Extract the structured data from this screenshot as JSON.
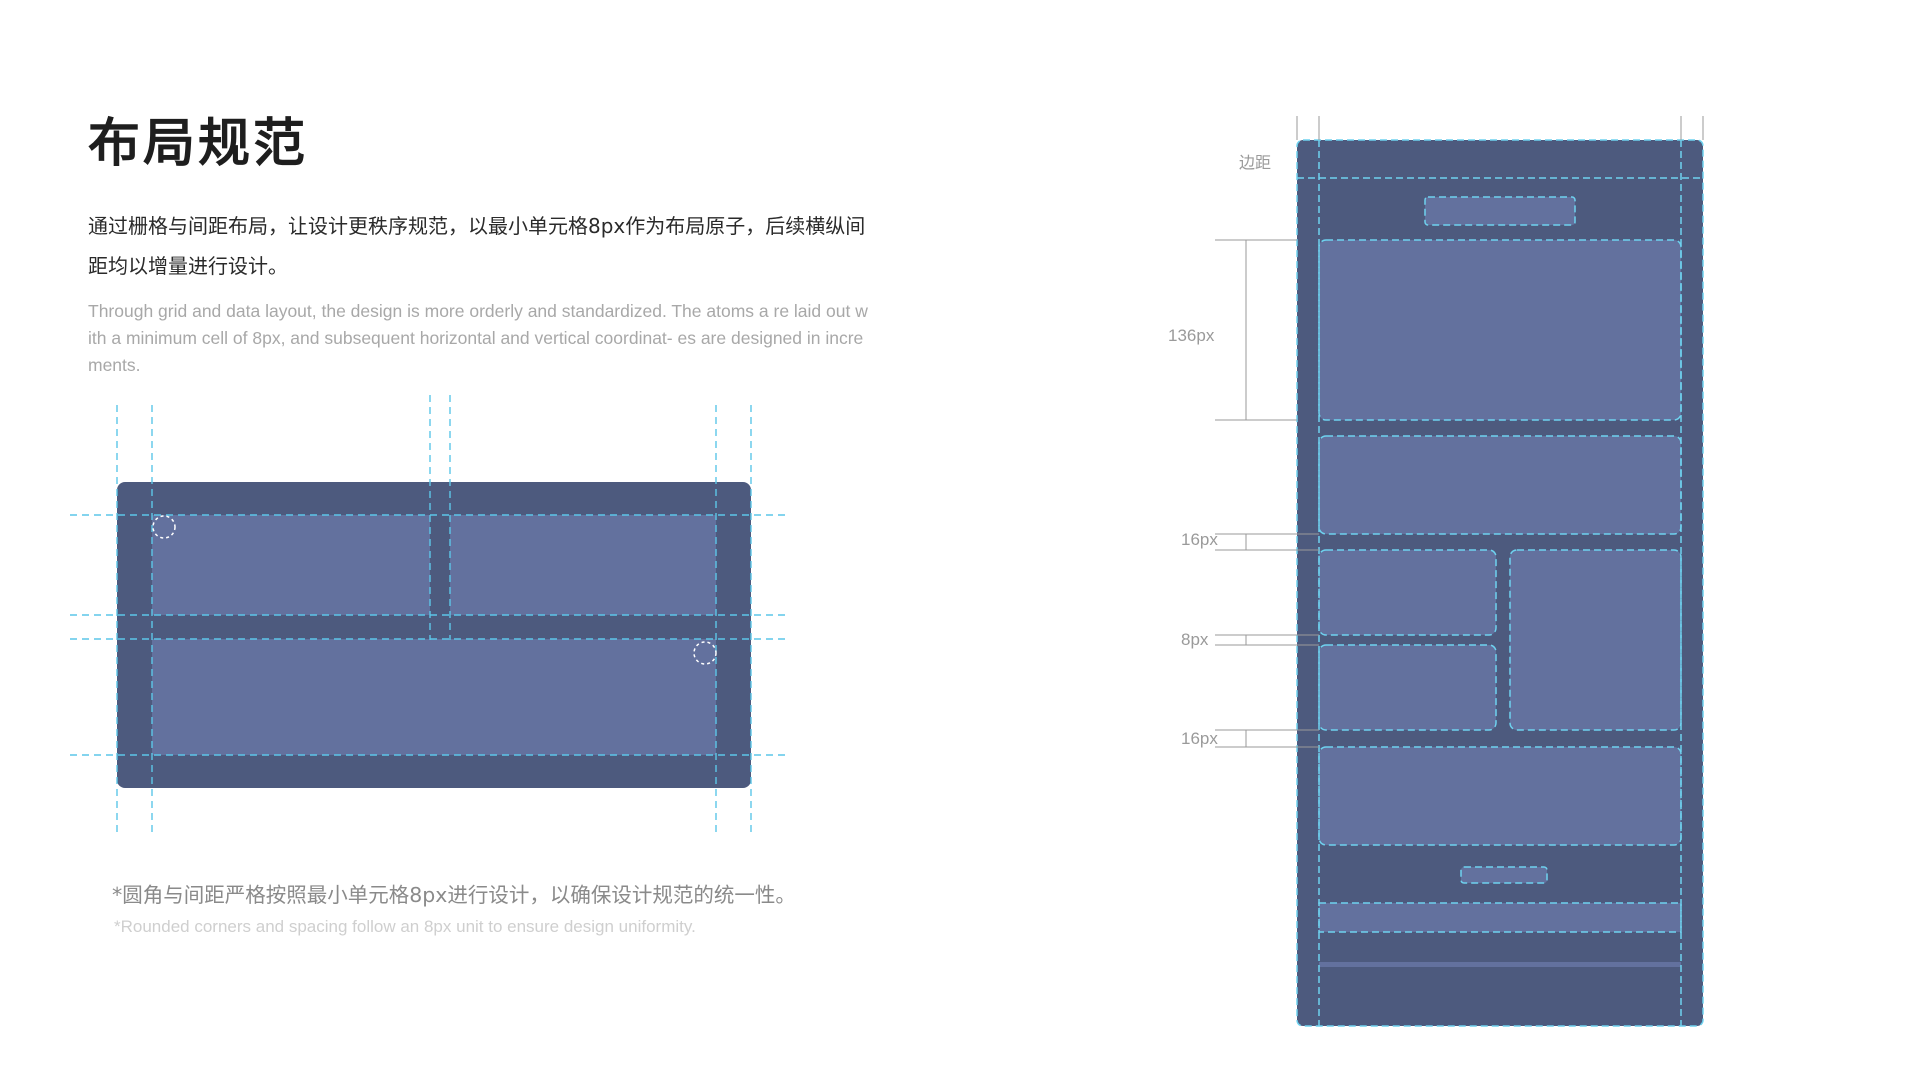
{
  "heading": {
    "title": "布局规范"
  },
  "description": {
    "cn": "通过栅格与间距布局，让设计更秩序规范，以最小单元格8px作为布局原子，后续横纵间距均以增量进行设计。",
    "en": "Through grid and data layout, the design is more orderly and standardized. The atoms a re laid out with a minimum cell of 8px, and subsequent horizontal and vertical coordinat- es are designed in increments."
  },
  "footnote": {
    "cn": "*圆角与间距严格按照最小单元格8px进行设计，以确保设计规范的统一性。",
    "en": "*Rounded corners and spacing follow an 8px unit to ensure design uniformity."
  },
  "mobile_spec": {
    "margin_label": "边距",
    "label_136": "136px",
    "label_16_a": "16px",
    "label_8": "8px",
    "label_16_b": "16px"
  },
  "colors": {
    "frame_dark": "#4d5a7e",
    "card": "#63719e",
    "guide_cyan": "#5cc6e8",
    "title_text": "#1e1e1e",
    "muted_text": "#a8a8a8"
  }
}
